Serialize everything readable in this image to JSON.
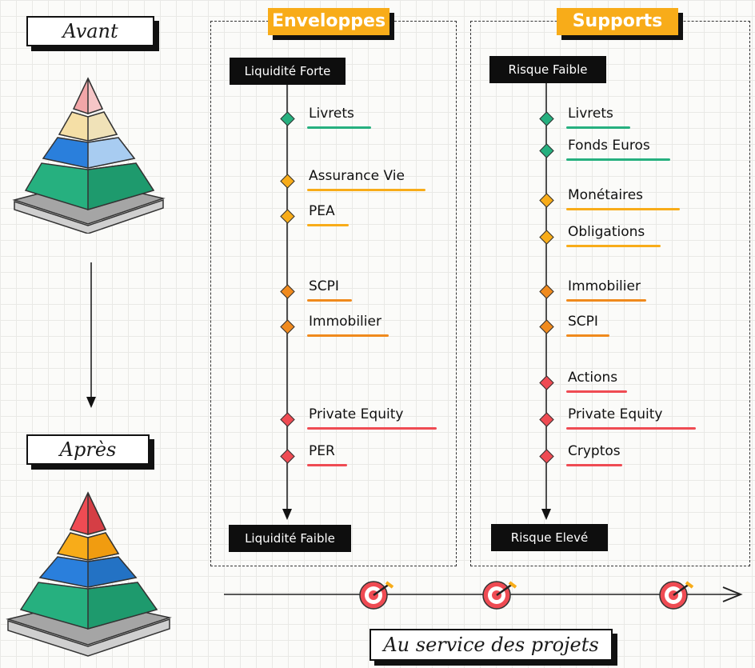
{
  "labels": {
    "before": "Avant",
    "after": "Après"
  },
  "envelopes": {
    "title": "Enveloppes",
    "top_label": "Liquidité Forte",
    "bottom_label": "Liquidité Faible",
    "items": [
      {
        "label": "Livrets",
        "color": "#26b07f"
      },
      {
        "label": "Assurance Vie",
        "color": "#f8ac19"
      },
      {
        "label": "PEA",
        "color": "#f8ac19"
      },
      {
        "label": "SCPI",
        "color": "#f08a1d"
      },
      {
        "label": "Immobilier",
        "color": "#f08a1d"
      },
      {
        "label": "Private Equity",
        "color": "#ef4b53"
      },
      {
        "label": "PER",
        "color": "#ef4b53"
      }
    ]
  },
  "supports": {
    "title": "Supports",
    "top_label": "Risque Faible",
    "bottom_label": "Risque Elevé",
    "items": [
      {
        "label": "Livrets",
        "color": "#26b07f"
      },
      {
        "label": "Fonds Euros",
        "color": "#26b07f"
      },
      {
        "label": "Monétaires",
        "color": "#f8ac19"
      },
      {
        "label": "Obligations",
        "color": "#f8ac19"
      },
      {
        "label": "Immobilier",
        "color": "#f08a1d"
      },
      {
        "label": "SCPI",
        "color": "#f08a1d"
      },
      {
        "label": "Actions",
        "color": "#ef4b53"
      },
      {
        "label": "Private Equity",
        "color": "#ef4b53"
      },
      {
        "label": "Cryptos",
        "color": "#ef4b53"
      }
    ]
  },
  "footer": {
    "label": "Au service des projets"
  },
  "colors": {
    "green": "#26b07f",
    "blue": "#2a7fdc",
    "yellow": "#f8ac19",
    "red": "#ef4b53",
    "pink": "#f2a6a8",
    "cream": "#f5dfa6",
    "grey": "#9a9a9a"
  }
}
